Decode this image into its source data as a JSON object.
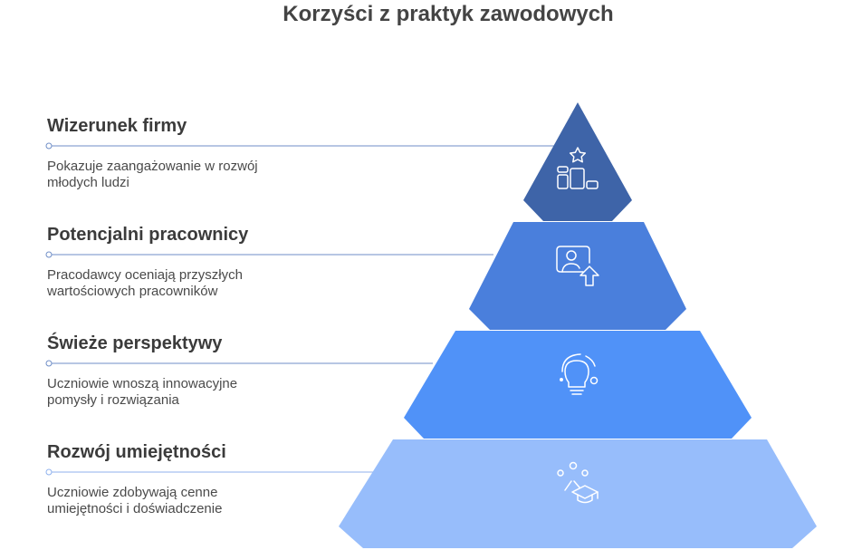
{
  "title": "Korzyści z praktyk zawodowych",
  "levels": [
    {
      "title": "Wizerunek firmy",
      "description": "Pokazuje zaangażowanie w rozwój młodych ludzi",
      "icon": "award-podium-icon",
      "color": "#3e64a8"
    },
    {
      "title": "Potencjalni pracownicy",
      "description": "Pracodawcy oceniają przyszłych wartościowych pracowników",
      "icon": "profile-upgrade-icon",
      "color": "#4a7fdc"
    },
    {
      "title": "Świeże perspektywy",
      "description": "Uczniowie wnoszą innowacyjne pomysły i rozwiązania",
      "icon": "lightbulb-icon",
      "color": "#5092f8"
    },
    {
      "title": "Rozwój umiejętności",
      "description": "Uczniowie zdobywają cenne umiejętności i doświadczenie",
      "icon": "graduation-cap-icon",
      "color": "#97bdfb"
    }
  ]
}
